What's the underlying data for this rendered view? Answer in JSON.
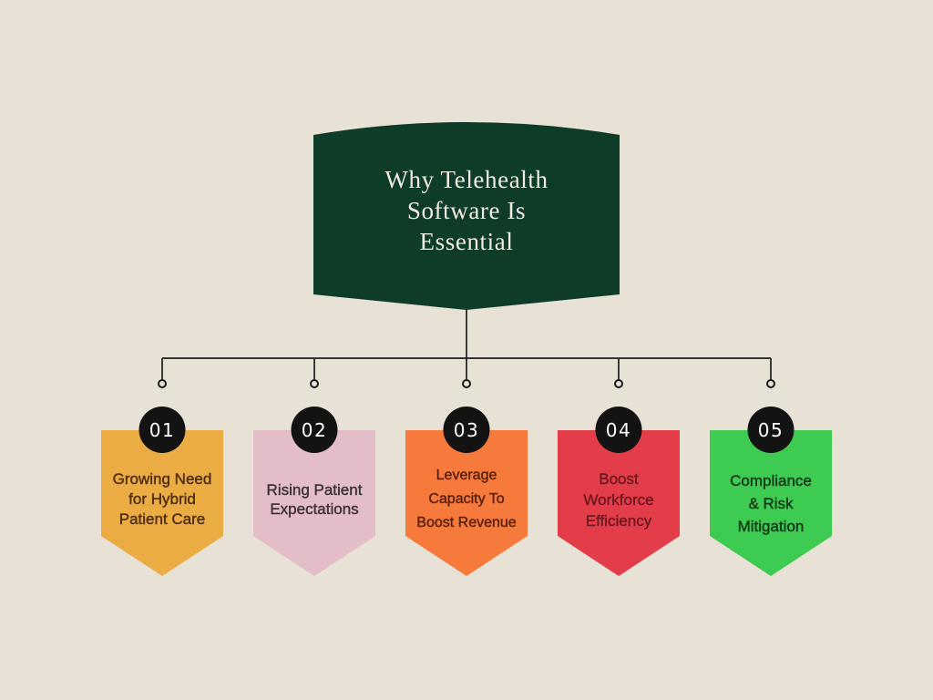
{
  "background_color": "#e7e1d6",
  "header": {
    "title_lines": [
      "Why Telehealth",
      "Software Is",
      "Essential"
    ],
    "bg_color": "#0e3c28",
    "text_color": "#f2ecdf"
  },
  "connector": {
    "line_color": "#1c1c1c"
  },
  "badge_style": {
    "bg_color": "#131313",
    "text_color": "#ffffff"
  },
  "cards": [
    {
      "number": "01",
      "lines": [
        "Growing Need",
        "for Hybrid",
        "Patient Care"
      ],
      "color": "#ecac44",
      "text_color": "#4e2d10"
    },
    {
      "number": "02",
      "lines": [
        "Rising Patient",
        "Expectations"
      ],
      "color": "#e3bdc8",
      "text_color": "#3b3337"
    },
    {
      "number": "03",
      "lines": [
        "Leverage",
        "Capacity To",
        "Boost Revenue"
      ],
      "color": "#f57a3c",
      "text_color": "#571f0d"
    },
    {
      "number": "04",
      "lines": [
        "Boost",
        "Workforce",
        "Efficiency"
      ],
      "color": "#e23d49",
      "text_color": "#701822"
    },
    {
      "number": "05",
      "lines": [
        "Compliance",
        "& Risk",
        "Mitigation"
      ],
      "color": "#3ecb51",
      "text_color": "#143818"
    }
  ]
}
